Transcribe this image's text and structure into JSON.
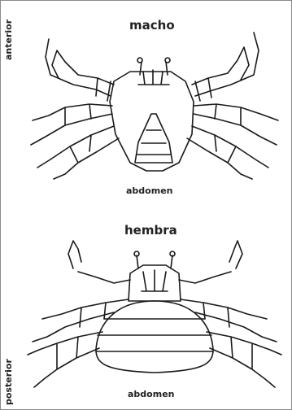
{
  "male_label": "macho",
  "female_label": "hembra",
  "abdomen_male": "abdomen",
  "abdomen_female": "abdomen",
  "anterior_label": "anterior",
  "posterior_label": "posterior",
  "line_color": "#1a1a1a"
}
